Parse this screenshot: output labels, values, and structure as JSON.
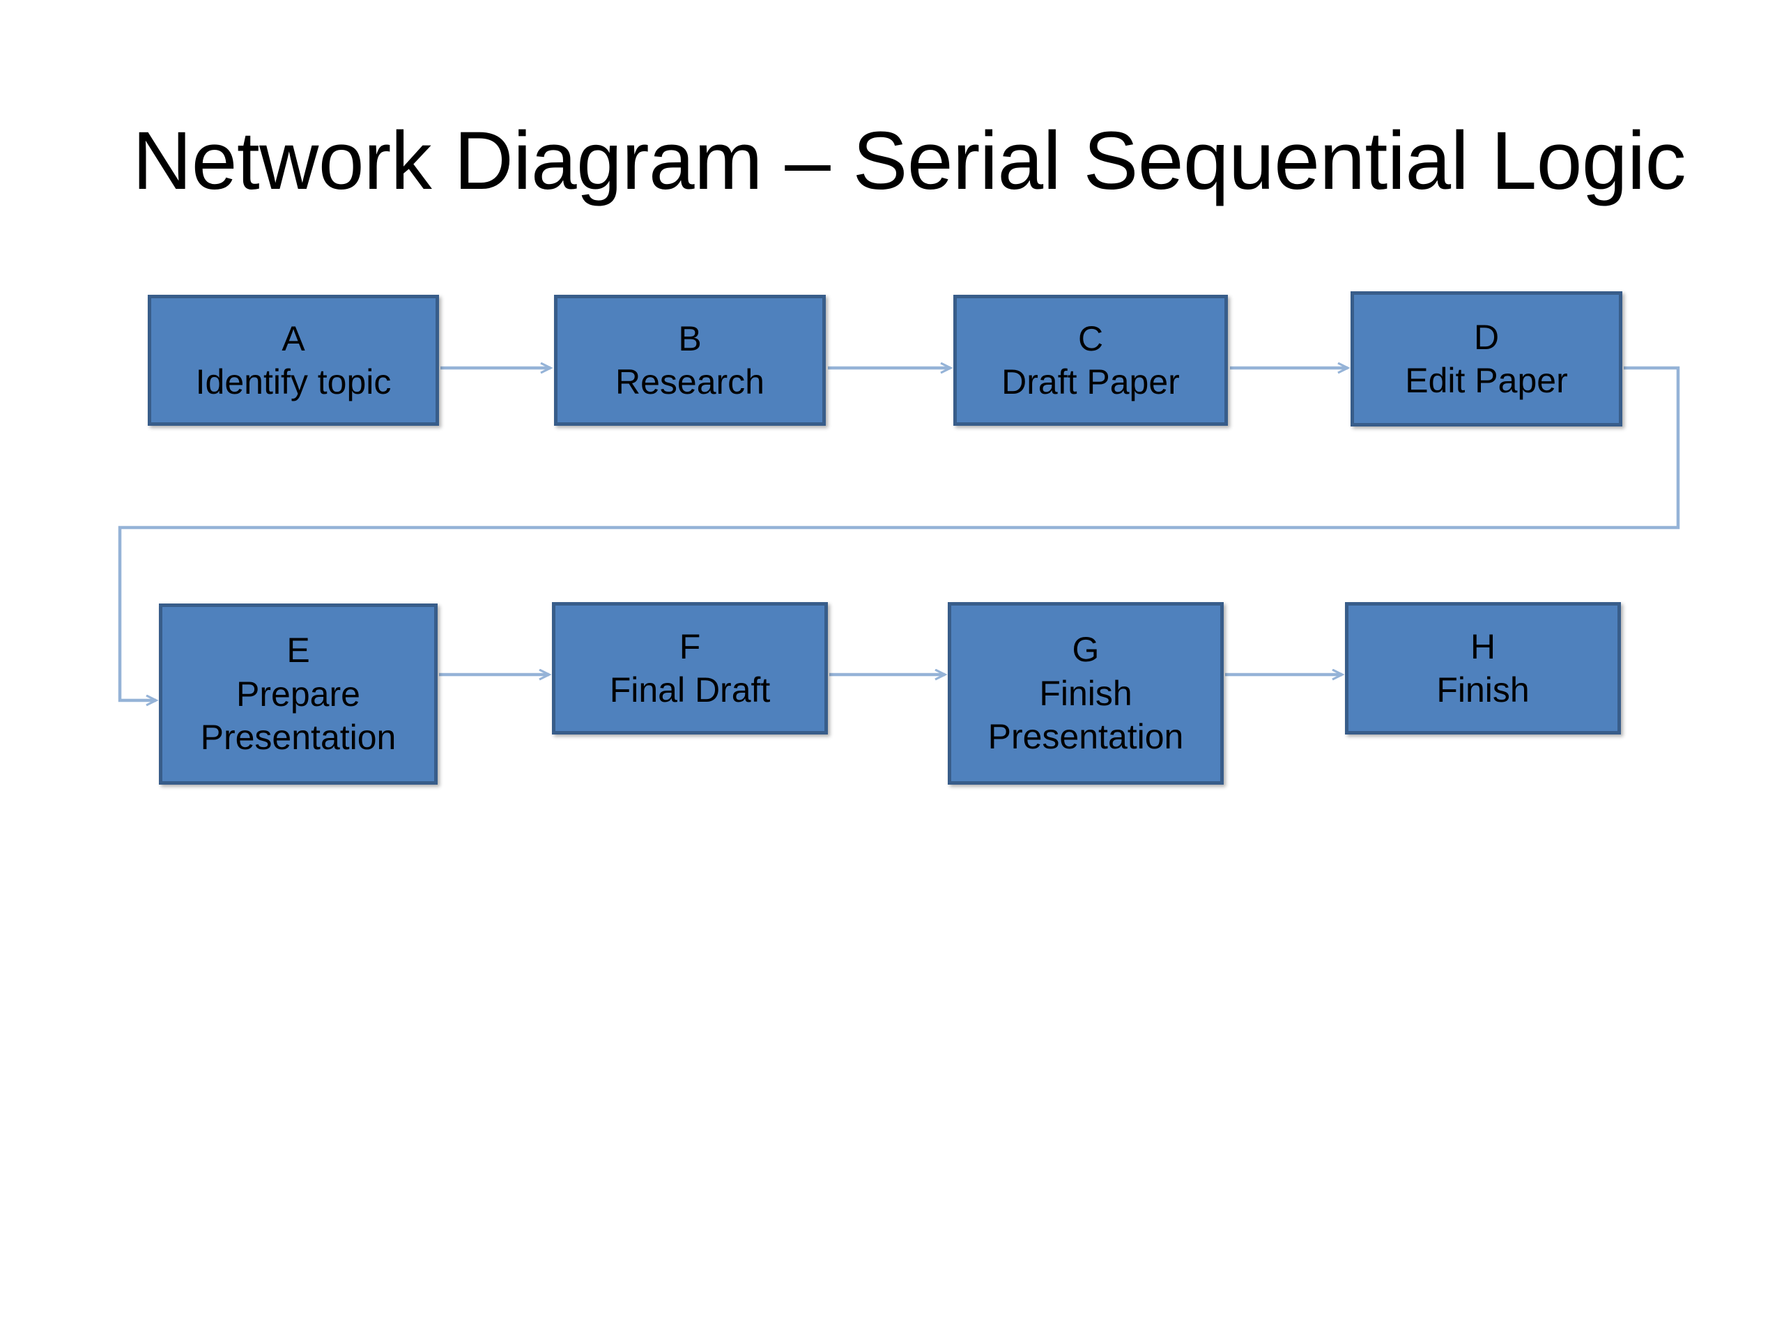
{
  "slide": {
    "title": "Network Diagram – Serial Sequential Logic",
    "background_color": "#FFFFFF",
    "text_color": "#000000"
  },
  "theme": {
    "node_fill": "#4F81BD",
    "node_border": "#385D8A",
    "connector_color": "#95B3D7",
    "node_text_color": "#000000"
  },
  "diagram": {
    "type": "flowchart",
    "nodes": [
      {
        "id": "A",
        "label": "Identify topic",
        "row": 1,
        "order": 1
      },
      {
        "id": "B",
        "label": "Research",
        "row": 1,
        "order": 2
      },
      {
        "id": "C",
        "label": "Draft Paper",
        "row": 1,
        "order": 3
      },
      {
        "id": "D",
        "label": "Edit Paper",
        "row": 1,
        "order": 4
      },
      {
        "id": "E",
        "label": "Prepare\nPresentation",
        "row": 2,
        "order": 1
      },
      {
        "id": "F",
        "label": "Final Draft",
        "row": 2,
        "order": 2
      },
      {
        "id": "G",
        "label": "Finish\nPresentation",
        "row": 2,
        "order": 3
      },
      {
        "id": "H",
        "label": "Finish",
        "row": 2,
        "order": 4
      }
    ],
    "edges": [
      {
        "from": "A",
        "to": "B",
        "style": "straight"
      },
      {
        "from": "B",
        "to": "C",
        "style": "straight"
      },
      {
        "from": "C",
        "to": "D",
        "style": "straight"
      },
      {
        "from": "D",
        "to": "E",
        "style": "elbow-wrap"
      },
      {
        "from": "E",
        "to": "F",
        "style": "straight"
      },
      {
        "from": "F",
        "to": "G",
        "style": "straight"
      },
      {
        "from": "G",
        "to": "H",
        "style": "straight"
      }
    ]
  }
}
